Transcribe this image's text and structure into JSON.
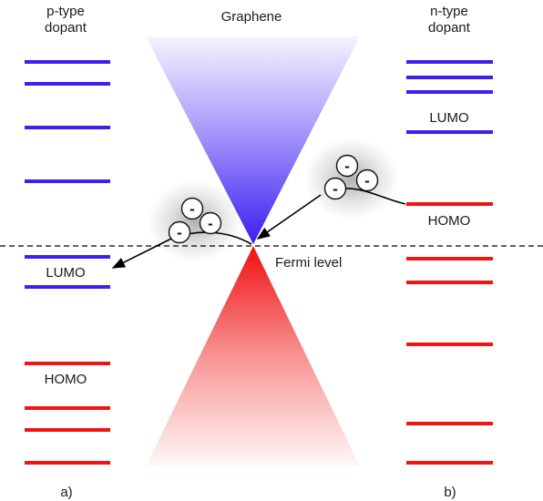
{
  "title": "Graphene",
  "fermi_label": "Fermi level",
  "left_panel": {
    "header_line1": "p-type",
    "header_line2": "dopant",
    "lumo_label": "LUMO",
    "homo_label": "HOMO",
    "caption": "a)"
  },
  "right_panel": {
    "header_line1": "n-type",
    "header_line2": "dopant",
    "lumo_label": "LUMO",
    "homo_label": "HOMO",
    "caption": "b)"
  },
  "electron_symbol": "-",
  "colors": {
    "unoccupied_level": "#3e1ef0",
    "occupied_level": "#f01414",
    "upper_cone": "#3b1ef2",
    "lower_cone": "#f01010",
    "arrow": "#000000",
    "fermi_line": "#000000"
  }
}
